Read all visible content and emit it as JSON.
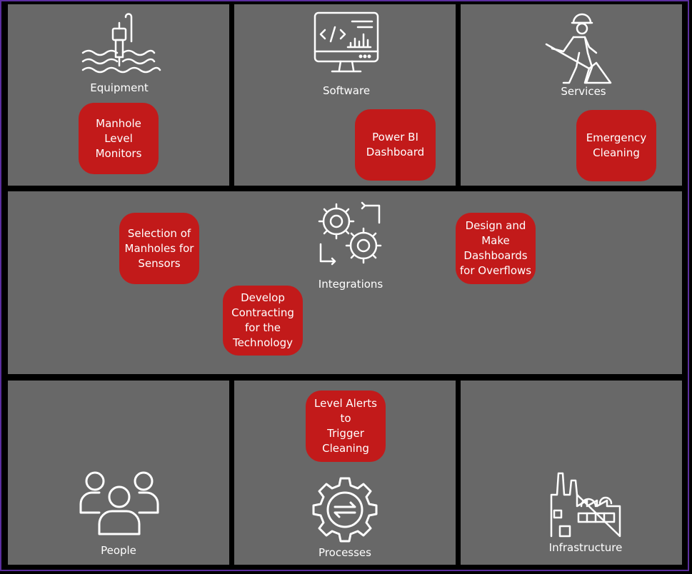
{
  "panels": {
    "equipment": {
      "label": "Equipment",
      "icon": "water-level-sensor-icon",
      "tag": "Manhole Level\nMonitors"
    },
    "software": {
      "label": "Software",
      "icon": "monitor-code-chart-icon",
      "tag": "Power BI\nDashboard"
    },
    "services": {
      "label": "Services",
      "icon": "worker-shoveling-icon",
      "tag": "Emergency\nCleaning"
    },
    "integrations": {
      "label": "Integrations",
      "icon": "gears-cycle-icon",
      "tags": [
        "Selection of\nManholes for\nSensors",
        "Develop\nContracting\nfor the\nTechnology",
        "Design and\nMake\nDashboards\nfor Overflows"
      ]
    },
    "people": {
      "label": "People",
      "icon": "people-group-icon"
    },
    "processes": {
      "label": "Processes",
      "icon": "process-gear-icon",
      "tag": "Level Alerts to\nTrigger\nCleaning"
    },
    "infrastructure": {
      "label": "Infrastructure",
      "icon": "factory-icon"
    }
  },
  "colors": {
    "panel": "#686868",
    "tag": "#c21a1a",
    "text": "#ffffff",
    "border": "#5b2e9e"
  }
}
